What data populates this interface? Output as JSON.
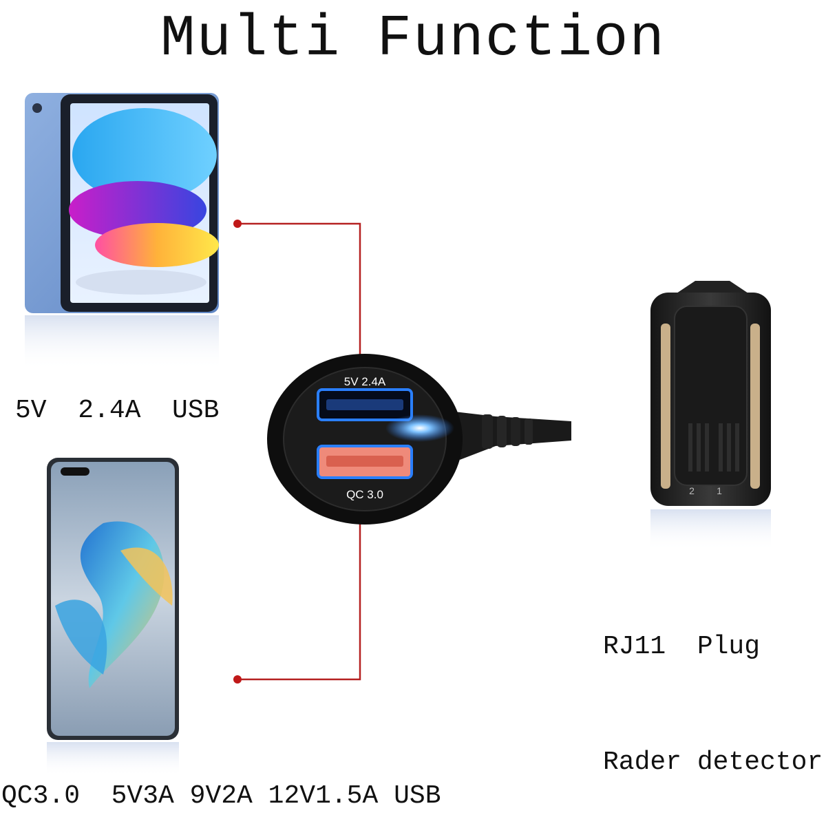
{
  "title": "Multi Function",
  "captions": {
    "tablet": "5V  2.4A  USB",
    "phone": "QC3.0  5V3A 9V2A 12V1.5A USB",
    "radar_line1": "RJ11  Plug",
    "radar_line2": "Rader detector"
  },
  "charger_labels": {
    "top_port": "5V 2.4A",
    "bottom_port": "QC 3.0"
  },
  "radar_device_marks": [
    "2",
    "1"
  ],
  "colors": {
    "connector_line": "#b52020",
    "charger_body": "#111111",
    "usb_glow": "#2a7fff",
    "qc_port": "#ef8a7a"
  }
}
